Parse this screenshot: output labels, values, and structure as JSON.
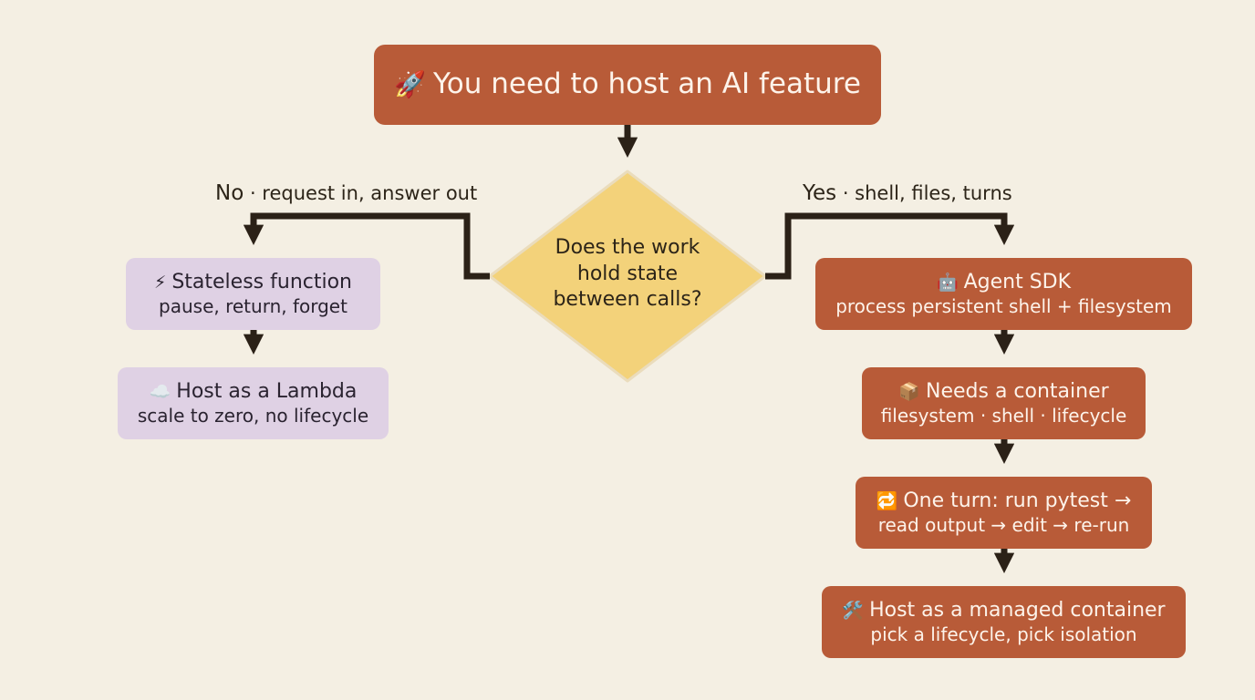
{
  "start": {
    "icon": "rocket-icon",
    "glyph": "🚀",
    "title": "You need to host an AI feature"
  },
  "decision": {
    "line1": "Does the work",
    "line2": "hold state",
    "line3": "between calls?"
  },
  "branches": {
    "no": {
      "keyword": "No",
      "text": " · request in, answer out"
    },
    "yes": {
      "keyword": "Yes",
      "text": " · shell, files, turns"
    }
  },
  "left": [
    {
      "icon": "lightning-icon",
      "glyph": "⚡",
      "title": "Stateless function",
      "sub": "pause, return, forget"
    },
    {
      "icon": "cloud-icon",
      "glyph": "☁️",
      "title": "Host as a Lambda",
      "sub": "scale to zero, no lifecycle"
    }
  ],
  "right": [
    {
      "icon": "robot-icon",
      "glyph": "🤖",
      "title": "Agent SDK",
      "sub": "process persistent shell + filesystem"
    },
    {
      "icon": "package-icon",
      "glyph": "📦",
      "title": "Needs a container",
      "sub": "filesystem · shell · lifecycle"
    },
    {
      "icon": "repeat-icon",
      "glyph": "🔁",
      "title": "One turn: run pytest →",
      "sub": "read output → edit → re-run"
    },
    {
      "icon": "tools-icon",
      "glyph": "🛠️",
      "title": "Host as a managed container",
      "sub": "pick a lifecycle, pick isolation"
    }
  ],
  "colors": {
    "background": "#f4efe3",
    "primary_node": "#b85b38",
    "stateless_node": "#dfd1e4",
    "decision_node": "#f3d27a",
    "connector": "#2b2117"
  }
}
